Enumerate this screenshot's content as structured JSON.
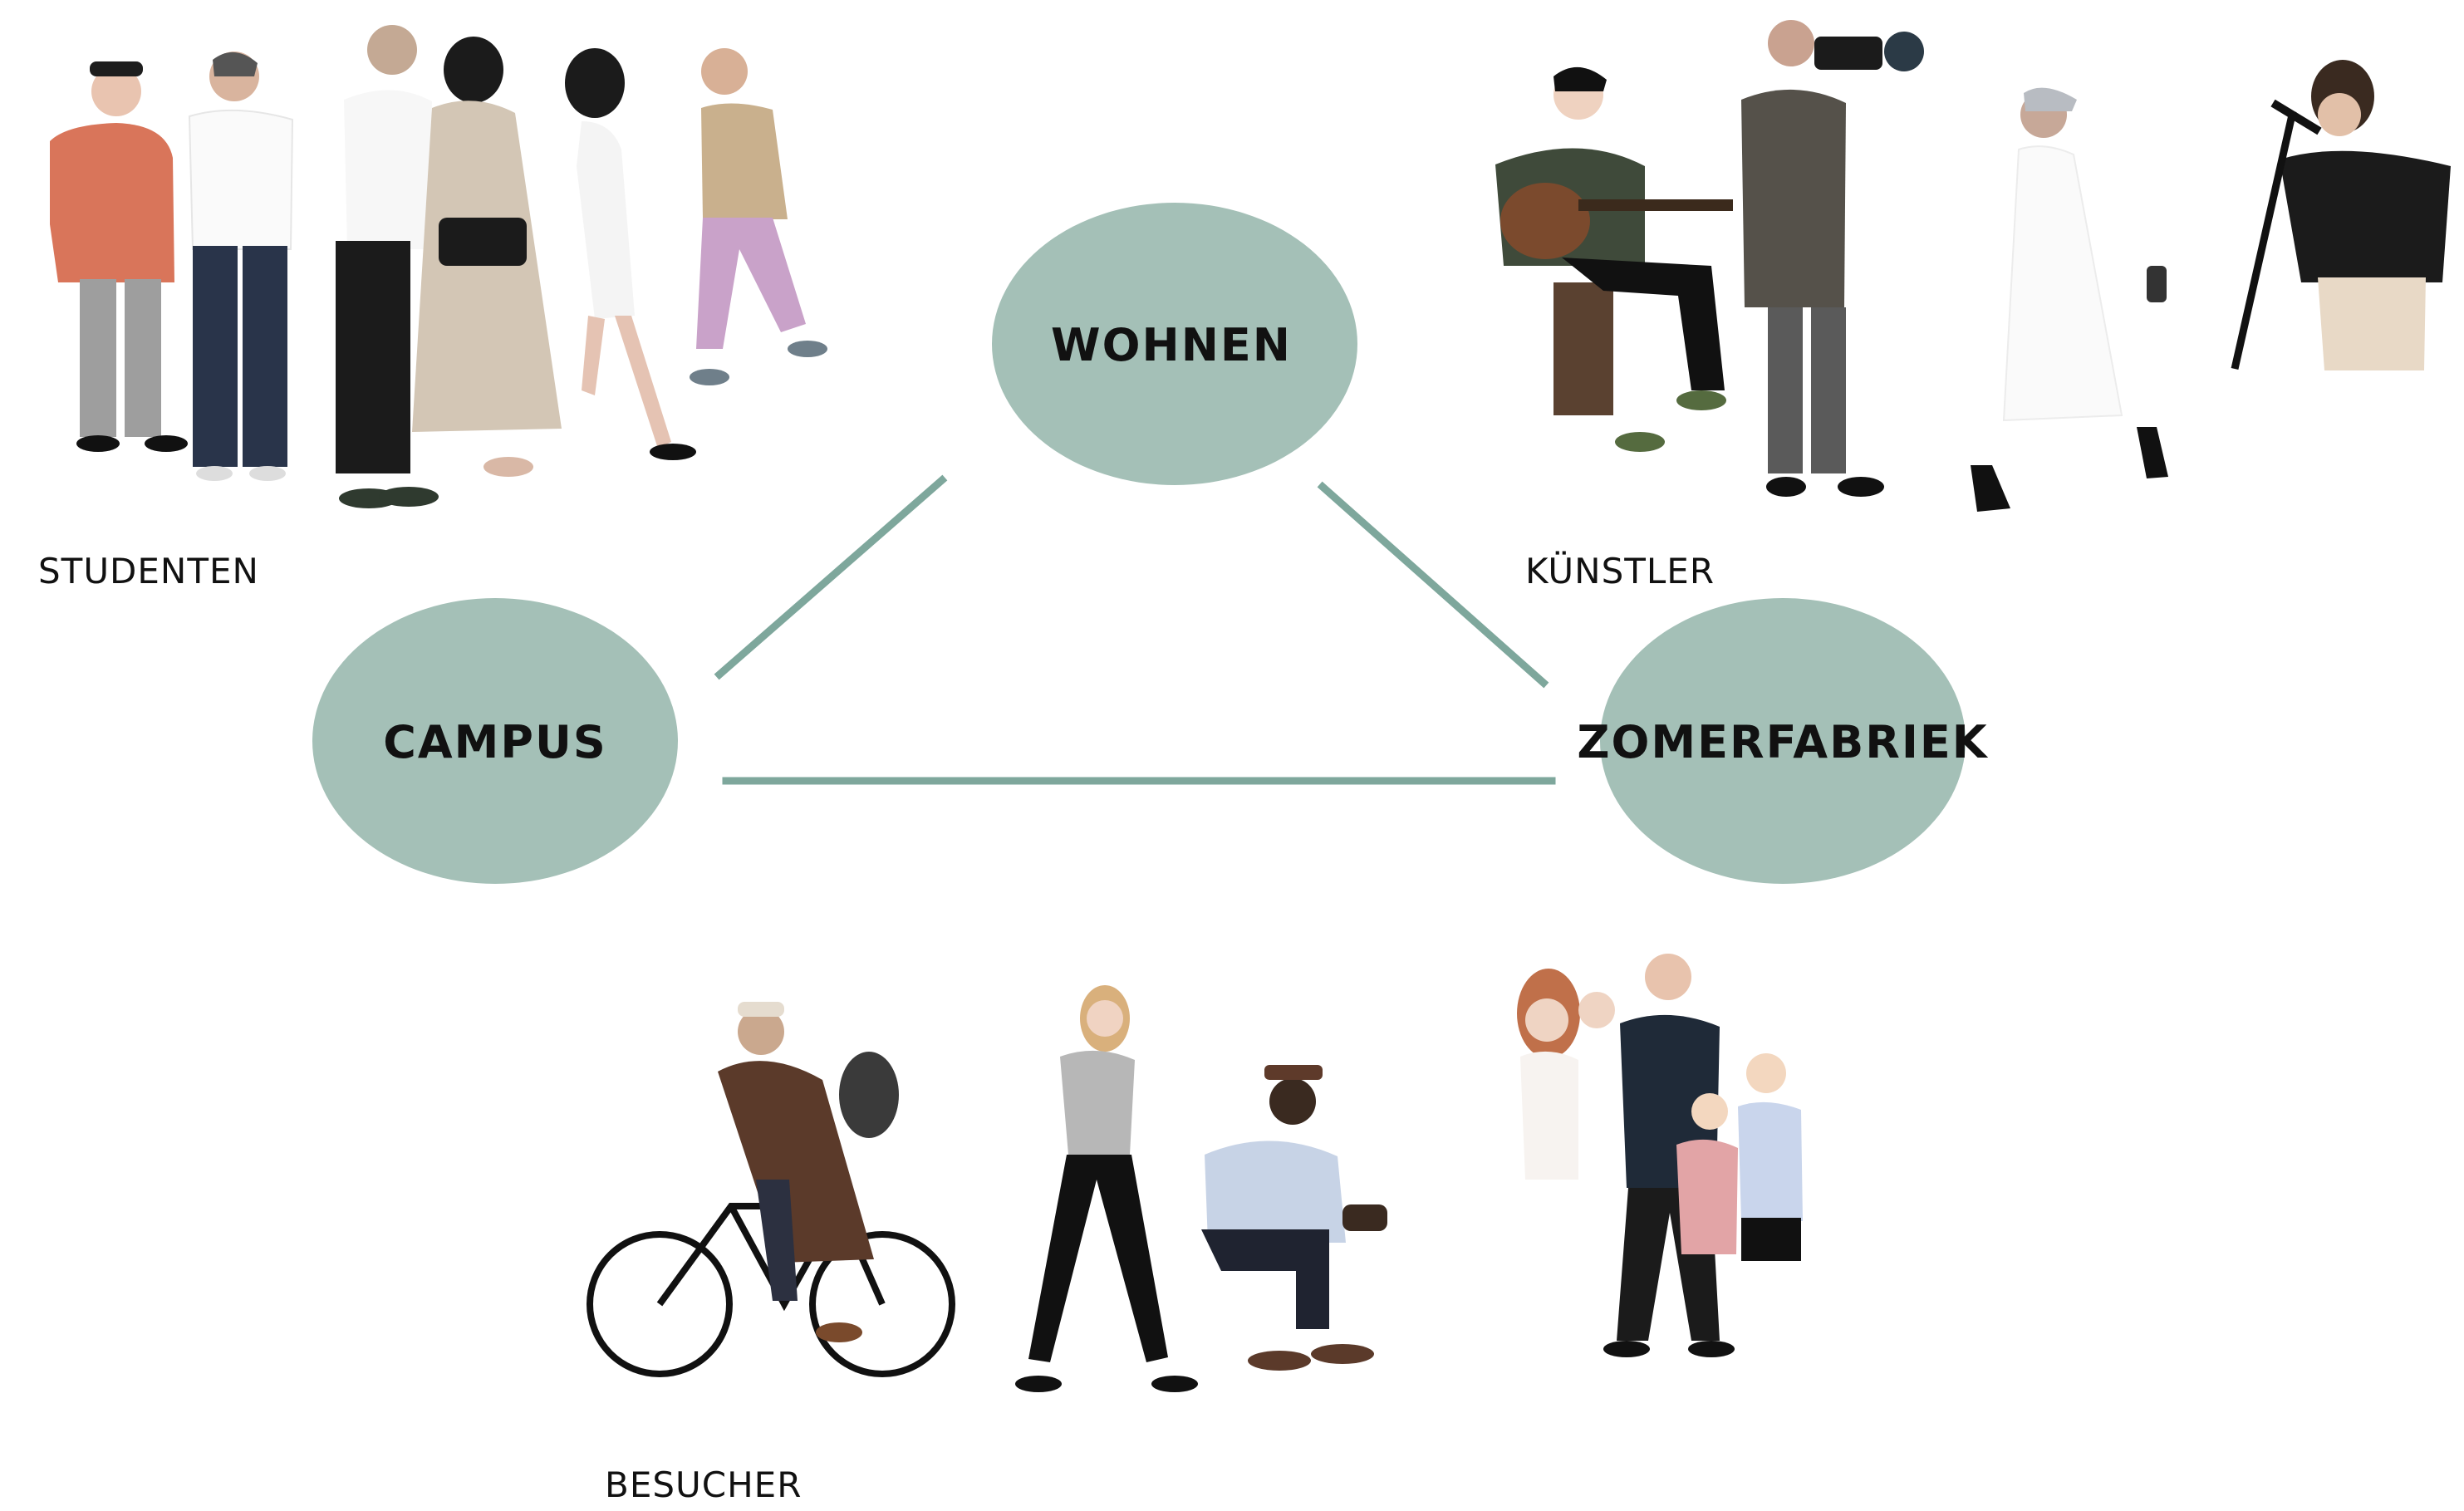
{
  "diagram": {
    "nodes": {
      "wohnen": "WOHNEN",
      "campus": "CAMPUS",
      "zomerfabriek": "ZOMERFABRIEK"
    },
    "groups": {
      "studenten": "STUDENTEN",
      "kuenstler": "KÜNSTLER",
      "besucher": "BESUCHER"
    },
    "colors": {
      "node_fill": "#a4c0b7",
      "connector": "#7ea79c",
      "label_text": "#111111",
      "background": "#ffffff"
    },
    "illustrations": {
      "studenten": [
        "person-with-cap-orange-shirt-icon",
        "person-white-shirt-jeans-icon",
        "person-black-outfit-icon",
        "woman-beige-coat-handbag-icon",
        "woman-walking-icon",
        "bald-man-pink-trousers-icon"
      ],
      "kuenstler": [
        "guitarist-on-stool-icon",
        "photographer-with-camera-icon",
        "woman-white-dress-icon",
        "singer-at-microphone-icon"
      ],
      "besucher": [
        "cyclist-brown-coat-icon",
        "woman-walking-grey-top-icon",
        "man-sitting-with-hat-icon",
        "family-group-icon"
      ]
    }
  }
}
